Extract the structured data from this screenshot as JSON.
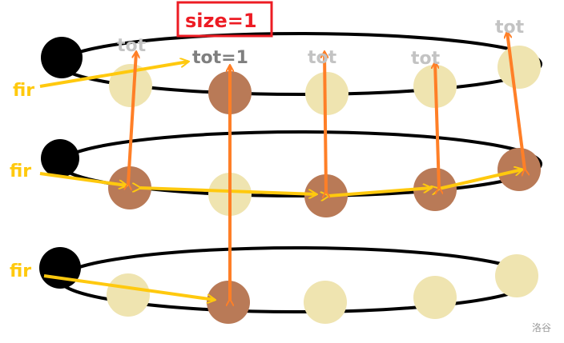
{
  "labels": {
    "size": "size=1",
    "tot_active": "tot=1",
    "tot": "tot",
    "fir": "fir",
    "watermark": "洛谷"
  },
  "colors": {
    "node_inactive": "#EFE4B0",
    "node_active": "#B97A57",
    "head": "#000000",
    "tot_arrow": "#FF7F27",
    "fir_arrow": "#FFC90E",
    "size_label": "#ED1C24"
  }
}
